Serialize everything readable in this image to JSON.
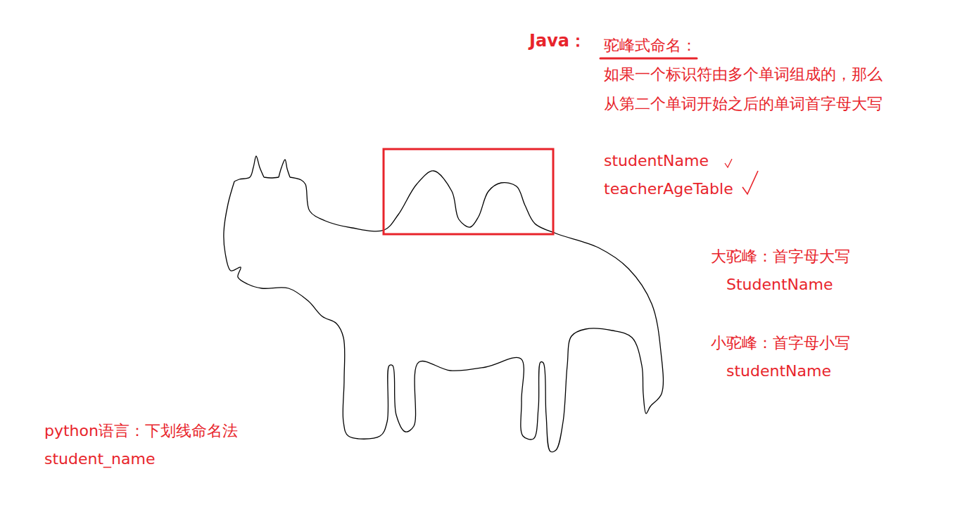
{
  "diagram": {
    "labels": [
      "Java：",
      "驼峰式命名：",
      "如果一个标识符由多个单词组成的，那么 从第二个单词开始之后的单词首字母大写",
      "studentName",
      "teacherAgeTable",
      "大驼峰：首字母大写",
      "StudentName",
      "小驼峰：首字母小写",
      "studentName",
      "python语言：下划线命名法",
      "student_name"
    ]
  }
}
